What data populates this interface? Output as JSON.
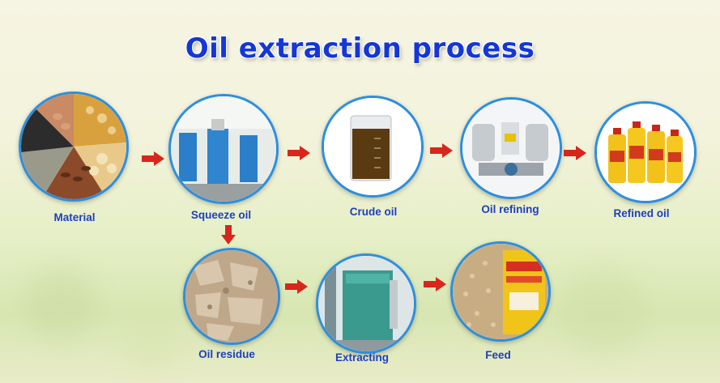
{
  "title": "Oil extraction process",
  "colors": {
    "title": "#1437d6",
    "label": "#1f3fbf",
    "arrow": "#d8261c",
    "ring": "#2b8fe0"
  },
  "steps": {
    "material": "Material",
    "squeeze_oil": "Squeeze oil",
    "crude_oil": "Crude oil",
    "oil_refining": "Oil refining",
    "refined_oil": "Refined oil",
    "oil_residue": "Oil residue",
    "extracting": "Extracting",
    "feed": "Feed"
  },
  "images": {
    "material": "seeds-and-grains-photo",
    "squeeze_oil": "screw-oil-press-machines-photo",
    "crude_oil": "beaker-of-crude-oil-photo",
    "oil_refining": "oil-refinery-machine-photo",
    "refined_oil": "bottled-cooking-oil-photo",
    "oil_residue": "oil-cake-flakes-photo",
    "extracting": "solvent-extraction-plant-photo",
    "feed": "animal-feed-pellets-photo"
  }
}
